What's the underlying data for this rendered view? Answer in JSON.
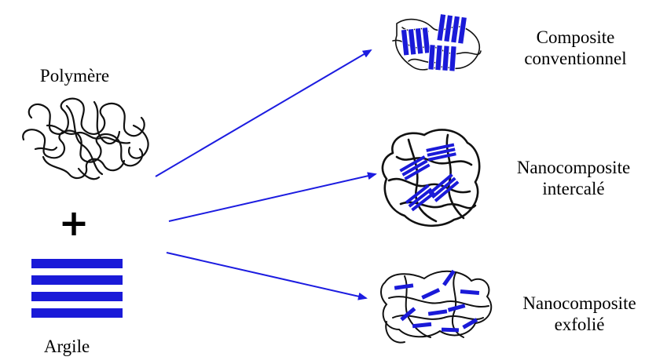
{
  "title": "",
  "inputs": {
    "polymer_label": "Polymère",
    "plus_sign": "+",
    "clay_label": "Argile"
  },
  "outputs": [
    {
      "line1": "Composite",
      "line2": "conventionnel"
    },
    {
      "line1": "Nanocomposite",
      "line2": "intercalé"
    },
    {
      "line1": "Nanocomposite",
      "line2": "exfolié"
    }
  ],
  "colors": {
    "clay_blue": "#1a1ad8",
    "arrow_blue": "#1c1ce0",
    "polymer_black": "#111111"
  }
}
